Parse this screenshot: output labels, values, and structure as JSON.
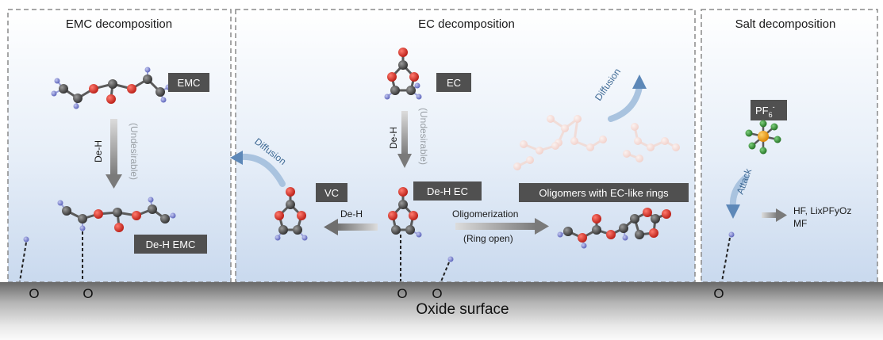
{
  "panels": {
    "emc": {
      "title": "EMC decomposition",
      "molecule_label": "EMC",
      "product_label": "De-H EMC",
      "step_label": "De-H",
      "step_note": "(Undesirable)"
    },
    "ec": {
      "title": "EC decomposition",
      "molecule_label": "EC",
      "product_label": "De-H EC",
      "vc_label": "VC",
      "step_label": "De-H",
      "step_note": "(Undesirable)",
      "vc_step_label": "De-H",
      "diffusion_left": "Diffusion",
      "diffusion_right": "Diffusion",
      "oligomer_label": "Oligomers with EC-like rings",
      "oligomerization": "Oligomerization",
      "ring_open": "(Ring open)"
    },
    "salt": {
      "title": "Salt decomposition",
      "ion_label_main": "PF",
      "ion_label_sub": "6",
      "ion_label_sup": "-",
      "attack_label": "Attack",
      "products_line1": "HF, LixPFyOz",
      "products_line2": "MF"
    }
  },
  "surface": {
    "label": "Oxide surface",
    "o_labels": [
      "O",
      "O",
      "O",
      "O",
      "O"
    ]
  },
  "colors": {
    "carbon": "#4a4a4a",
    "oxygen": "#d42a20",
    "hydrogen": "#7f86d6",
    "phosphorus": "#f2a20c",
    "fluorine": "#2f8f2f",
    "label_box": "#505050",
    "arrow_gray": "#8a8a8a",
    "arrow_blue": "#5d88b8"
  }
}
